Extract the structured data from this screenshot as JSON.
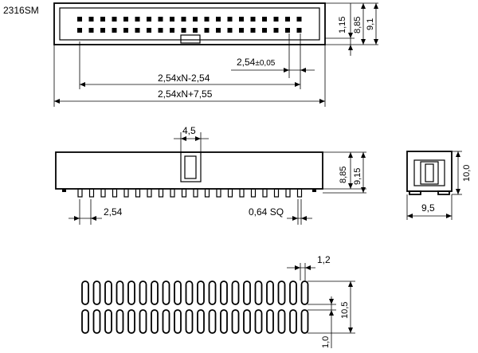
{
  "part_code": "2316SM",
  "top_view": {
    "dim_height_inner": "1,15",
    "dim_height_mid": "8,85",
    "dim_height_total": "9,1",
    "dim_pitch": "2,54",
    "dim_pitch_tol": "±0,05",
    "dim_pin_span": "2,54xN-2,54",
    "dim_total_length": "2,54xN+7,55"
  },
  "front_view": {
    "dim_key_width": "4,5",
    "dim_pitch": "2,54",
    "dim_pin_size": "0,64 SQ",
    "dim_height_body": "8,85",
    "dim_height_total": "9,15"
  },
  "side_view": {
    "dim_width": "9,5",
    "dim_height": "10,0"
  },
  "footprint": {
    "dim_pad_width": "1,2",
    "dim_pad_height": "10,5",
    "dim_pad_gap": "1,0"
  }
}
